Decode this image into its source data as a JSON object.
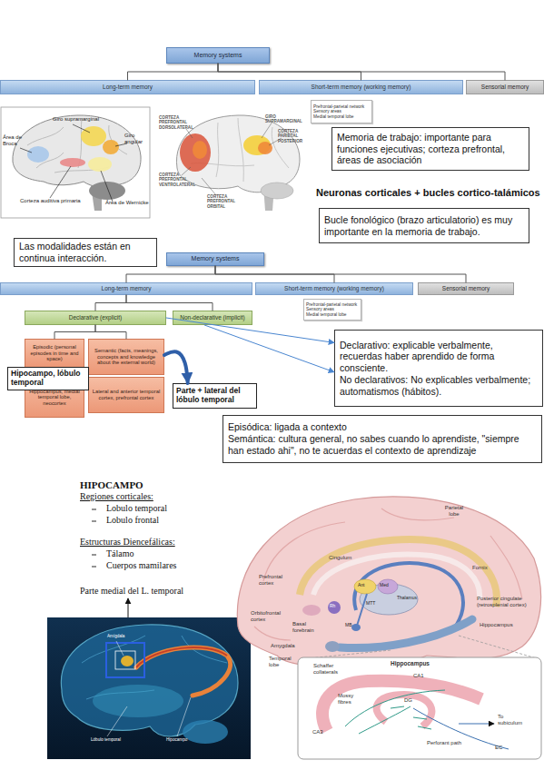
{
  "diagram": {
    "nodes": [
      {
        "text": [
          "Memory systems"
        ]
      },
      {
        "text": [
          "Long-term memory"
        ]
      },
      {
        "text": [
          "Short-term memory (working memory)"
        ]
      },
      {
        "text": [
          "Sensorial memory"
        ]
      },
      {
        "text": [
          "Prefrontal-parietal network",
          "Sensory areas",
          "Medial temporal lobe"
        ]
      },
      {
        "text": [
          "Memoria de trabajo: importante para funciones ejecutivas; corteza prefrontal, áreas de asociación"
        ]
      },
      {
        "text": [
          "Bucle fonológico (brazo articulatorio) es muy importante en la memoria de trabajo."
        ]
      },
      {
        "text": [
          "Las modalidades están en continua interacción."
        ]
      },
      {
        "text": [
          "Memory systems"
        ]
      },
      {
        "text": [
          "Long-term memory"
        ]
      },
      {
        "text": [
          "Short-term memory (working memory)"
        ]
      },
      {
        "text": [
          "Sensorial memory"
        ]
      },
      {
        "text": [
          "Prefrontal-parietal network",
          "Sensory areas",
          "Medial temporal lobe"
        ]
      },
      {
        "text": [
          "Declarative (explicit)"
        ]
      },
      {
        "text": [
          "Non-declarative (implicit)"
        ]
      },
      {
        "text": [
          "Episodic (personal episodes in time and space)"
        ]
      },
      {
        "text": [
          "Semantic (facts, meanings, concepts and knowledge about the external world)"
        ]
      },
      {
        "text": [
          "Hippocampus, medial temporal lobe, neocortex"
        ]
      },
      {
        "text": [
          "Lateral and anterior temporal cortex, prefrontal cortex"
        ]
      },
      {
        "text": [
          "Hipocampo, lóbulo temporal"
        ]
      },
      {
        "text": [
          "Parte + lateral del lóbulo temporal"
        ]
      },
      {
        "text": [
          "Declarativo: explicable verbalmente, recuerdas haber aprendido de forma consciente.",
          "No declarativos: No explicables verbalmente; automatismos (hábitos)."
        ]
      },
      {
        "text": [
          "Episódica: ligada a contexto",
          "Semántica: cultura general, no sabes cuando lo aprendiste, \"siempre han estado ahi\", no te acuerdas el contexto de aprendizaje"
        ]
      }
    ],
    "edges": [
      {
        "from": 0,
        "to": 1,
        "arrow": "none"
      },
      {
        "from": 0,
        "to": 2,
        "arrow": "none"
      },
      {
        "from": 0,
        "to": 3,
        "arrow": "none"
      },
      {
        "from": 8,
        "to": 9,
        "arrow": "none"
      },
      {
        "from": 8,
        "to": 10,
        "arrow": "none"
      },
      {
        "from": 8,
        "to": 11,
        "arrow": "none"
      },
      {
        "from": 9,
        "to": 13,
        "arrow": "none"
      },
      {
        "from": 9,
        "to": 14,
        "arrow": "none"
      },
      {
        "from": 13,
        "to": 15,
        "arrow": "none"
      },
      {
        "from": 13,
        "to": 16,
        "arrow": "none"
      },
      {
        "from": 16,
        "to": 20,
        "arrow": "to"
      },
      {
        "from": 13,
        "to": 21,
        "arrow": "to"
      },
      {
        "from": 14,
        "to": 21,
        "arrow": "to"
      }
    ],
    "labels": [
      "Giro supramarginal",
      "Giro angular",
      "Área de Broca",
      "Corteza auditiva primaria",
      "Área de Wernicke",
      "CORTEZA PREFRONTAL DORSOLATERAL",
      "GIRO SUPRAMARGINAL",
      "CORTEZA PARIETAL POSTERIOR",
      "CORTEZA PREFRONTAL VENTROLATERAL",
      "CORTEZA PREFRONTAL ORBITAL",
      "Neuronas corticales + bucles cortico-talámicos",
      "HIPOCAMPO",
      "Regiones corticales:",
      "Lobulo temporal",
      "Lobulo frontal",
      "Estructuras Diencefálicas:",
      "Tálamo",
      "Cuerpos mamilares",
      "Parte medial del L. temporal",
      "Amígdala",
      "Lóbulo temporal",
      "Hipocampo",
      "Parietal lobe",
      "Cingulum",
      "Prefrontal cortex",
      "Ant",
      "Med",
      "Fornix",
      "MTT",
      "Thalamus",
      "Posterior cingulate (retrosplenial cortex)",
      "Orbitofrontal cortex",
      "Basal forebrain",
      "Rh",
      "MB",
      "Hippocampus",
      "Amygdala",
      "Temporal lobe",
      "Hippocampus",
      "Schaffer collaterals",
      "CA1",
      "DG",
      "Mossy fibres",
      "CA3",
      "To subiculum",
      "Perforant path",
      "EC"
    ]
  }
}
